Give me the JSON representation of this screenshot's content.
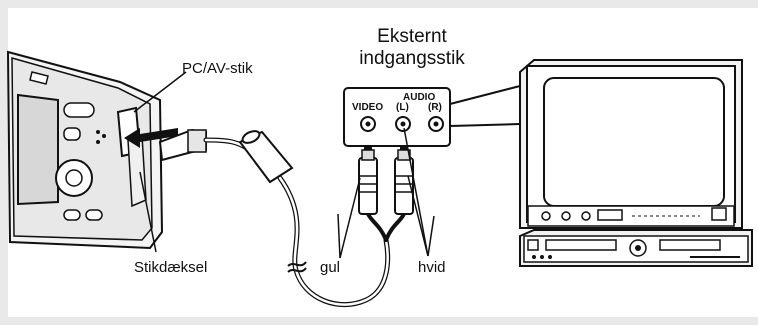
{
  "labels": {
    "pc_av_jack": "PC/AV-stik",
    "ext_input_line1": "Eksternt",
    "ext_input_line2": "indgangsstik",
    "video": "VIDEO",
    "audio": "AUDIO",
    "left": "(L)",
    "right": "(R)",
    "jack_cover": "Stikdæksel",
    "yellow": "gul",
    "white": "hvid"
  }
}
